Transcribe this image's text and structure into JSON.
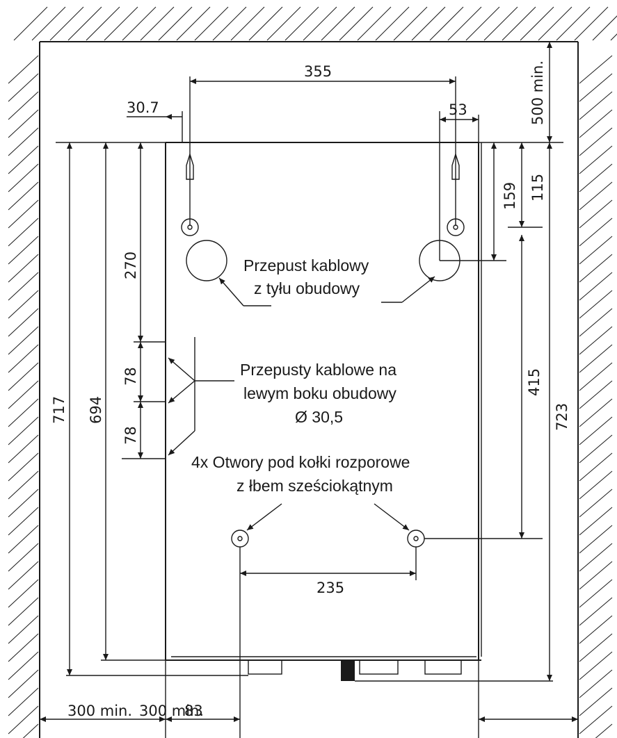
{
  "labels": {
    "d355": "355",
    "d30_7": "30.7",
    "d53": "53",
    "d500min": "500 min.",
    "d115": "115",
    "d159": "159",
    "d270": "270",
    "d78a": "78",
    "d78b": "78",
    "d717": "717",
    "d694": "694",
    "d415": "415",
    "d723": "723",
    "d235": "235",
    "d300min_left": "300 min.",
    "d300min_right": "300 min.",
    "d83": "83"
  },
  "notes": {
    "rear_passage_1": "Przepust kablowy",
    "rear_passage_2": "z tyłu obudowy",
    "side_passages_1": "Przepusty kablowe na",
    "side_passages_2": "lewym boku obudowy",
    "side_passages_3": "Ø 30,5",
    "anchors_1": "4x Otwory pod kołki rozporowe",
    "anchors_2": "z łbem sześciokątnym"
  }
}
